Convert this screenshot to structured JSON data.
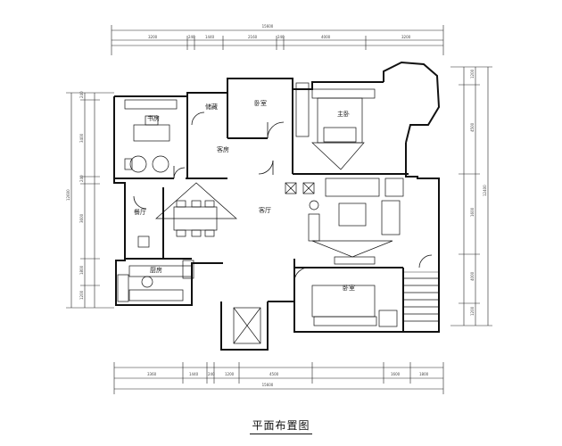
{
  "title": "平面布置图",
  "rooms": {
    "study": "书房",
    "storage": "储藏",
    "bedroom_top": "卧室",
    "master": "主卧",
    "guest": "客房",
    "dining": "餐厅",
    "kitchen": "厨房",
    "living": "客厅",
    "bedroom_bottom": "卧室"
  },
  "dims": {
    "top_total": "15600",
    "top_segments": [
      "3200",
      "240",
      "1440",
      "2160",
      "240",
      "4000",
      "3200"
    ],
    "bottom_total": "15600",
    "bottom_segments": [
      "3360",
      "1440",
      "240",
      "1200",
      "4500",
      "1600",
      "1800"
    ],
    "left_total": "12600",
    "left_segments": [
      "240",
      "3400",
      "240",
      "3600",
      "1800",
      "1200"
    ],
    "right_total": "12400",
    "right_segments": [
      "1200",
      "4500",
      "1600",
      "4000",
      "1200"
    ]
  }
}
